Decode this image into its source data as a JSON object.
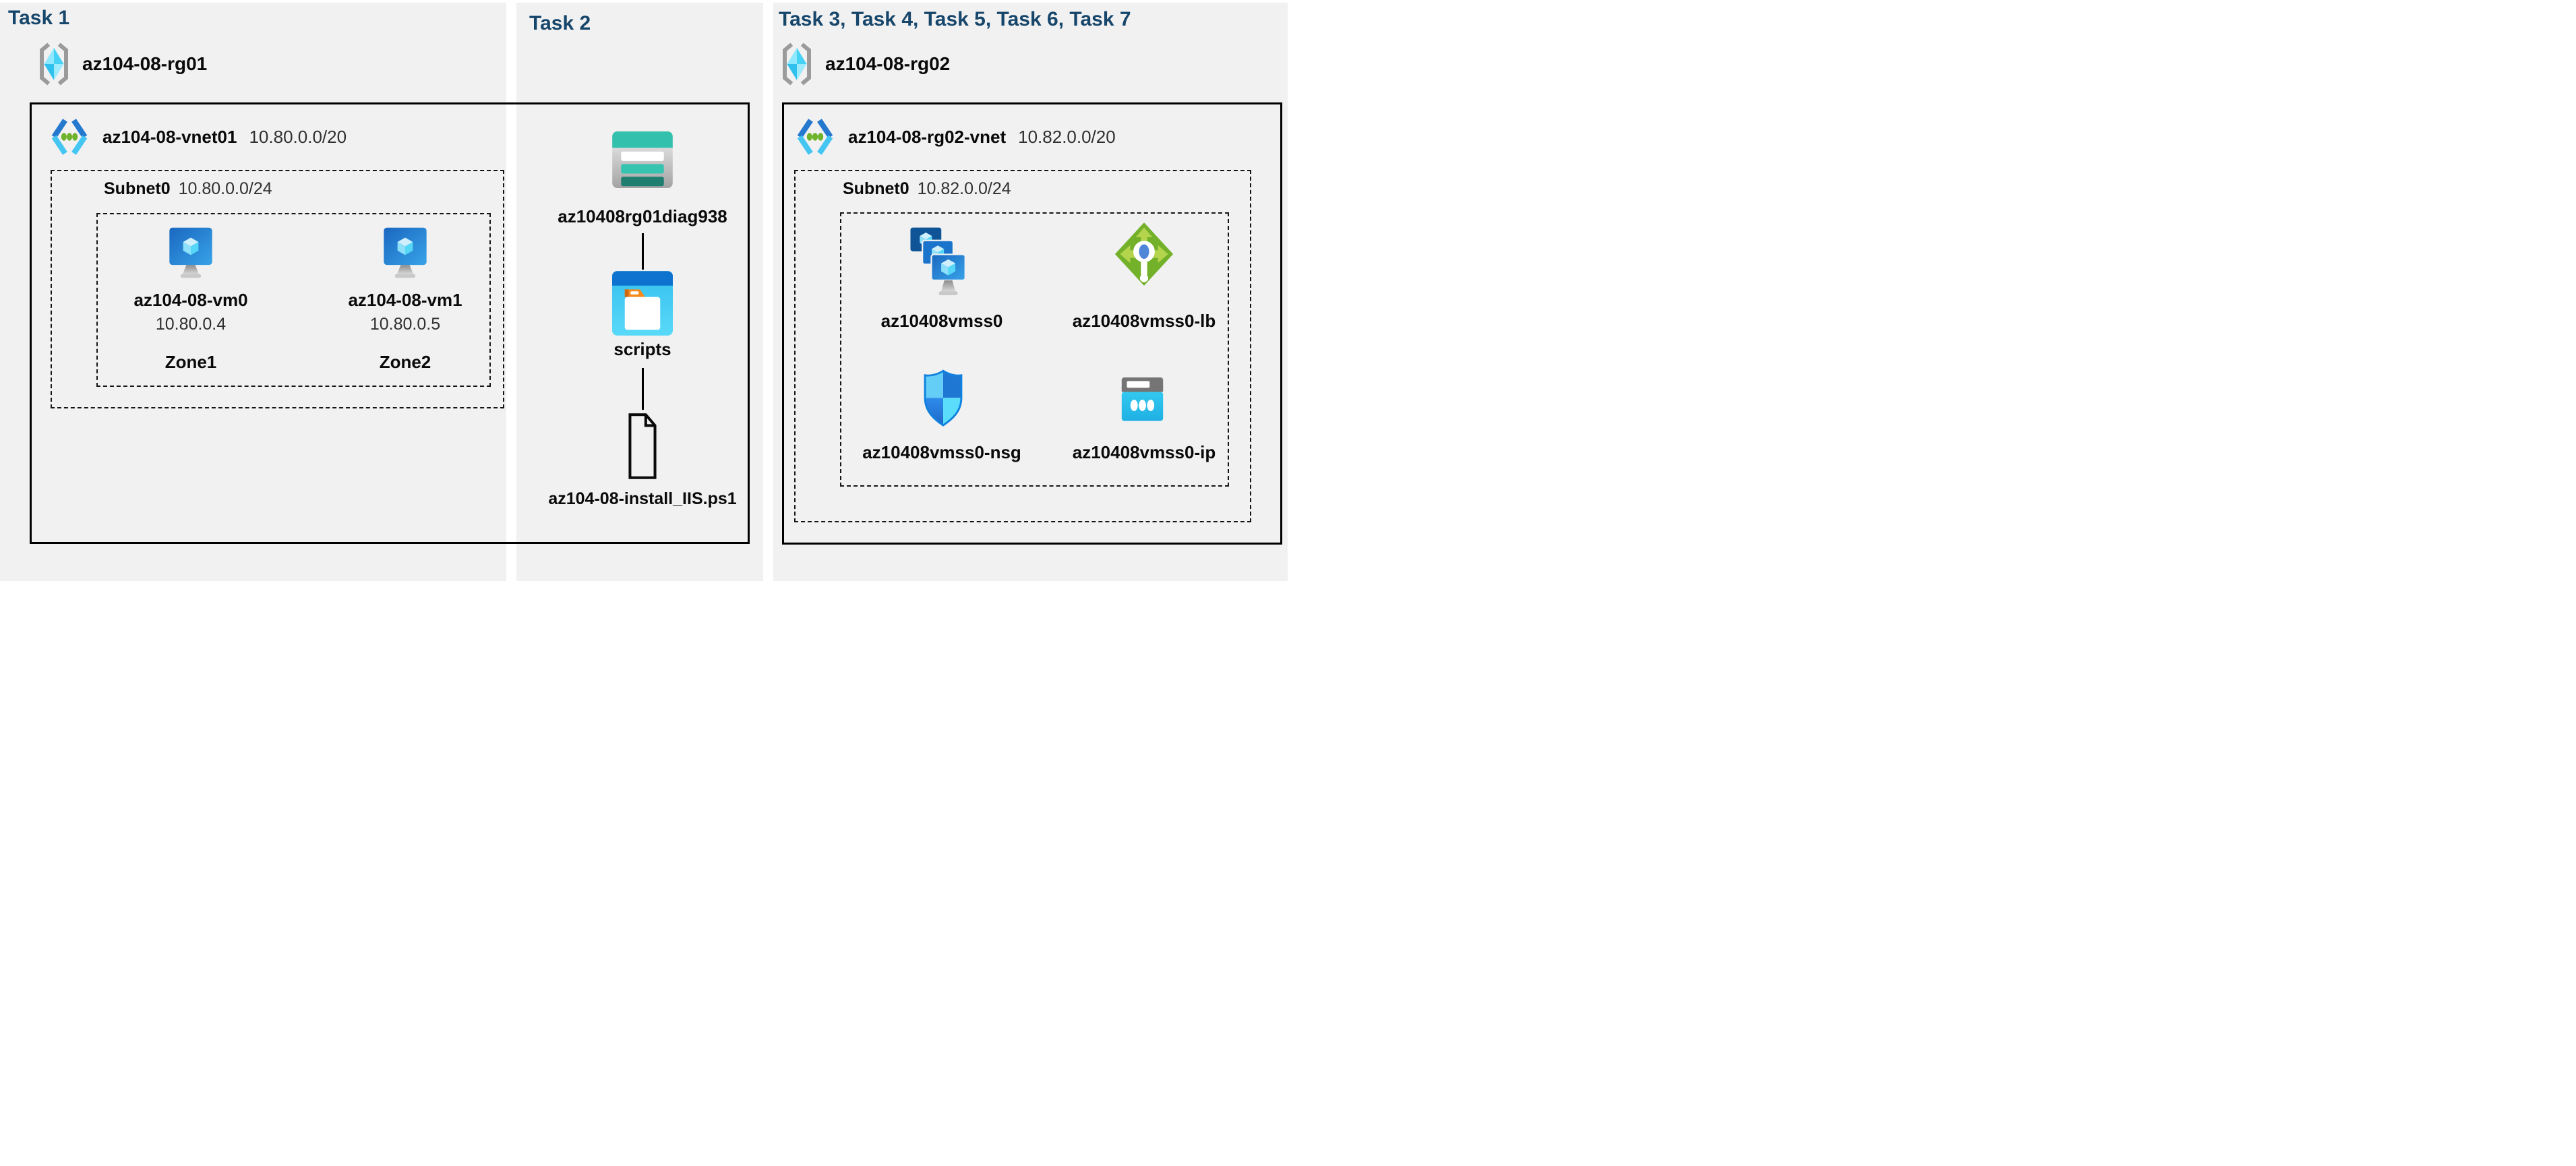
{
  "colors": {
    "heading": "#17466b",
    "panel_bg": "#f1f1f2",
    "outline": "#000000",
    "vm_blue": "#2a7fd4",
    "vnet_green_dot": "#6fb32c",
    "storage_teal": "#33c0ad",
    "blob_blue": "#0d73cf",
    "lb_green": "#74b12a",
    "nsg_blue": "#1082de",
    "ip_cyan": "#2cc3ec"
  },
  "task1": {
    "title": "Task 1",
    "resource_group": "az104-08-rg01",
    "vnet_name": "az104-08-vnet01",
    "vnet_cidr": "10.80.0.0/20",
    "subnet_name": "Subnet0",
    "subnet_cidr": "10.80.0.0/24",
    "vms": [
      {
        "name": "az104-08-vm0",
        "ip": "10.80.0.4",
        "zone": "Zone1"
      },
      {
        "name": "az104-08-vm1",
        "ip": "10.80.0.5",
        "zone": "Zone2"
      }
    ]
  },
  "task2": {
    "title": "Task 2",
    "storage_account": "az10408rg01diag938",
    "container": "scripts",
    "script_file": "az104-08-install_IIS.ps1"
  },
  "task3": {
    "title": "Task 3, Task 4, Task 5, Task 6, Task 7",
    "resource_group": "az104-08-rg02",
    "vnet_name": "az104-08-rg02-vnet",
    "vnet_cidr": "10.82.0.0/20",
    "subnet_name": "Subnet0",
    "subnet_cidr": "10.82.0.0/24",
    "resources": [
      {
        "name": "az10408vmss0",
        "type": "virtual-machine-scale-set"
      },
      {
        "name": "az10408vmss0-lb",
        "type": "load-balancer"
      },
      {
        "name": "az10408vmss0-nsg",
        "type": "network-security-group"
      },
      {
        "name": "az10408vmss0-ip",
        "type": "public-ip-address"
      }
    ]
  }
}
